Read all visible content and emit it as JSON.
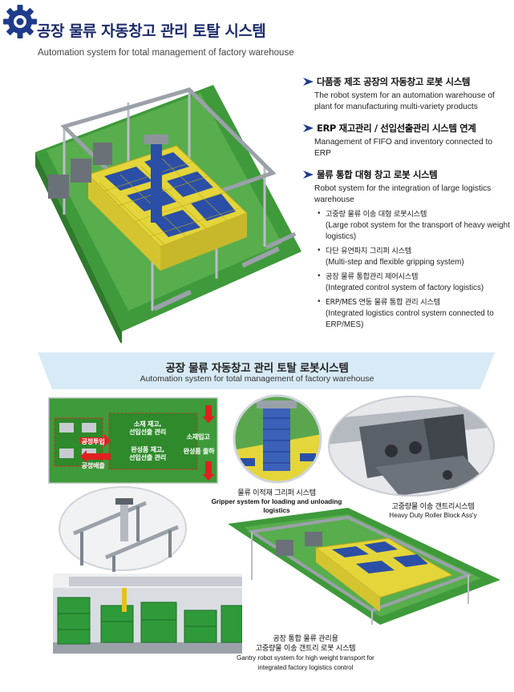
{
  "header": {
    "title_ko": "공장 물류 자동창고 관리 토탈 시스템",
    "title_en": "Automation system for total management of factory warehouse"
  },
  "features": [
    {
      "title": "다품종 제조 공장의 자동창고 로봇 시스템",
      "desc": "The robot system for an automation warehouse of  plant for manufacturing multi-variety products"
    },
    {
      "title": "ERP 재고관리 / 선입선출관리 시스템 연계",
      "desc": "Management of FIFO and inventory connected to ERP"
    },
    {
      "title": "물류 통합 대형 창고 로봇 시스템",
      "desc": "Robot system for the integration of large logistics warehouse",
      "subitems": [
        {
          "ko": "고중량 물류 이송 대형 로봇시스템",
          "en": "(Large robot system for the transport of heavy weight logistics)"
        },
        {
          "ko": "다단 유연파지 그리퍼 시스템",
          "en": "(Multi-step and flexible gripping system)"
        },
        {
          "ko": "공장 물류 통합관리 제어시스템",
          "en": "(Integrated control system of factory logistics)"
        },
        {
          "ko": "ERP/MES 연동 물류 통합 관리 시스템",
          "en": "(Integrated logistics control system connected to ERP/MES)"
        }
      ]
    }
  ],
  "banner": {
    "title_ko": "공장 물류 자동창고 관리 토탈 로봇시스템",
    "title_en": "Automation system for total management of factory warehouse"
  },
  "layout_map": {
    "input": "공정투입",
    "discharge": "공정배출",
    "material_stock": "소재 재고,\n선입선출 관리",
    "product_stock": "완성품 재고,\n선입선출 관리",
    "material_in": "소재입고",
    "product_out": "완성품 출하"
  },
  "captions": {
    "gripper_ko": "물류 이적재 그리퍼 시스템",
    "gripper_en": "Gripper system for loading and unloading logistics",
    "heavy_ko": "고중량물 이송 갠트리시스템",
    "heavy_en": "Heavy Duty Roller Block Ass'y",
    "gantry_ko1": "공장 통합 물류 관리용",
    "gantry_ko2": "고중량물 이송 갠트리 로봇 시스템",
    "gantry_en1": "Gantry robot system for high weight transport for",
    "gantry_en2": "integrated factory logistics control"
  },
  "colors": {
    "title": "#1c2a6b",
    "gear": "#1f3b8c",
    "banner": "#d7eaf6",
    "steel": "#c8ccd2",
    "floor": "#3e9a3a",
    "crate_yellow": "#e4d53a",
    "crate_blue": "#2b4fa6",
    "arrow_red": "#e02020"
  }
}
